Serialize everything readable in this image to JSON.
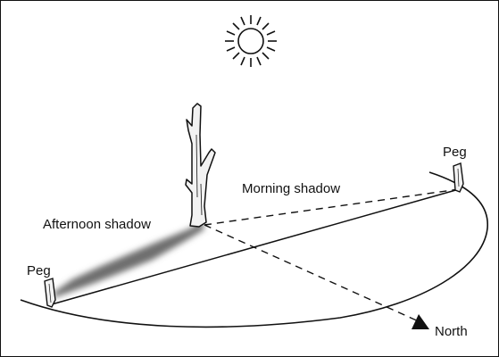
{
  "labels": {
    "morning_shadow": "Morning shadow",
    "afternoon_shadow": "Afternoon shadow",
    "peg_right": "Peg",
    "peg_left": "Peg",
    "north": "North"
  },
  "icons": {
    "sun": "sun-icon",
    "stick": "stick-icon",
    "peg": "peg-icon",
    "arrow": "arrowhead-icon"
  },
  "colors": {
    "ink": "#111111",
    "shadow": "#6e6e6e",
    "wood": "#f2f2f2",
    "background": "#ffffff"
  }
}
